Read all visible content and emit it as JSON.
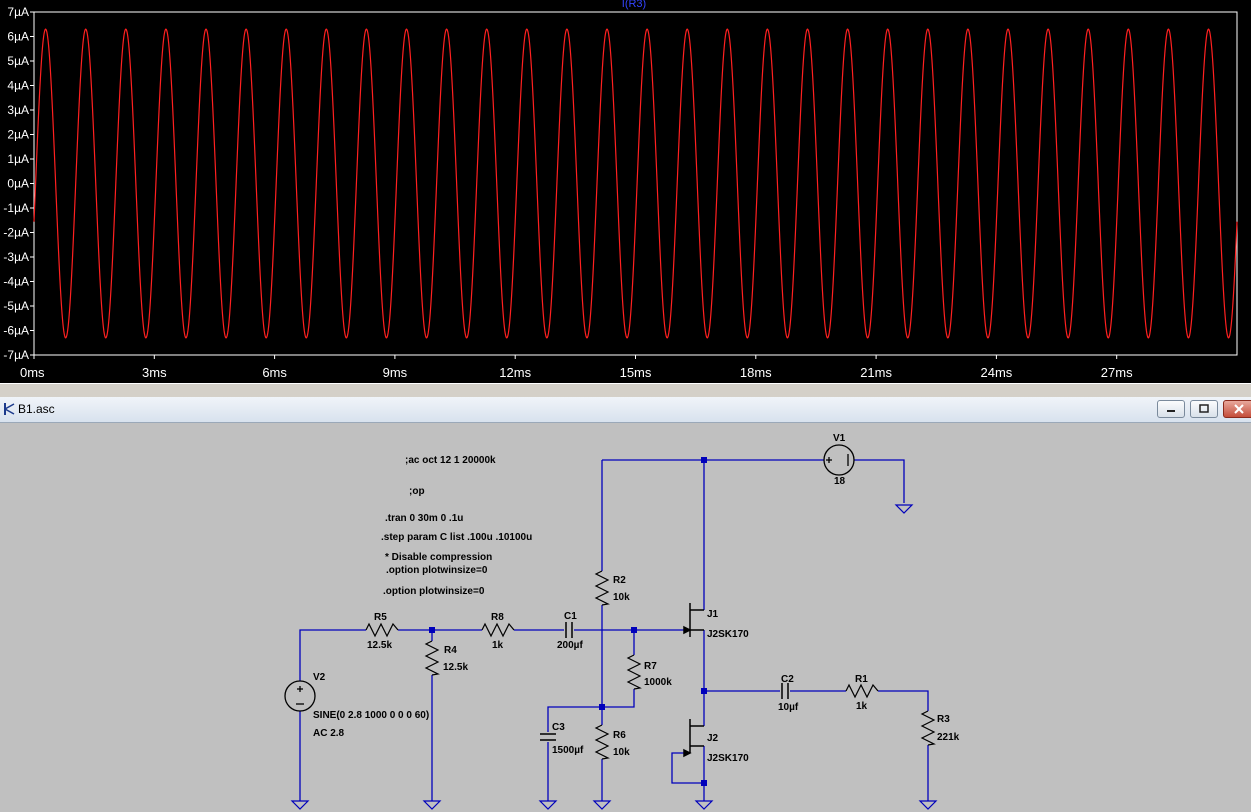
{
  "plot": {
    "trace_label": "I(R3)",
    "trace_color": "#ff2020",
    "label_color": "#3344ff",
    "grid": false
  },
  "chart_data": {
    "type": "line",
    "title": "I(R3)",
    "xlabel": "",
    "ylabel": "",
    "x_unit": "ms",
    "y_unit": "µA",
    "xlim": [
      0,
      30
    ],
    "ylim": [
      -7,
      7
    ],
    "x_ticks": [
      "0ms",
      "3ms",
      "6ms",
      "9ms",
      "12ms",
      "15ms",
      "18ms",
      "21ms",
      "24ms",
      "27ms"
    ],
    "y_ticks": [
      "7µA",
      "6µA",
      "5µA",
      "4µA",
      "3µA",
      "2µA",
      "1µA",
      "0µA",
      "-1µA",
      "-2µA",
      "-3µA",
      "-4µA",
      "-5µA",
      "-6µA",
      "-7µA"
    ],
    "series": [
      {
        "name": "I(R3)",
        "waveform": "sine",
        "amplitude_uA": 6.3,
        "offset_uA": 0,
        "frequency_hz": 1000,
        "t_start_ms": 0,
        "t_end_ms": 30
      }
    ]
  },
  "window": {
    "title": "B1.asc",
    "minimize_label": "minimize",
    "maximize_label": "maximize",
    "close_label": "close"
  },
  "schematic": {
    "directives": [
      ";ac oct 12 1 20000k",
      ";op",
      ".tran 0 30m 0 .1u",
      ".step param C list .100u .10100u",
      "* Disable compression",
      ".option plotwinsize=0",
      ".option plotwinsize=0"
    ],
    "components": {
      "V1": {
        "name": "V1",
        "value": "18"
      },
      "V2": {
        "name": "V2",
        "value": "SINE(0 2.8 1000 0 0 0 60)",
        "ac": "AC 2.8"
      },
      "R1": {
        "name": "R1",
        "value": "1k"
      },
      "R2": {
        "name": "R2",
        "value": "10k"
      },
      "R3": {
        "name": "R3",
        "value": "221k"
      },
      "R4": {
        "name": "R4",
        "value": "12.5k"
      },
      "R5": {
        "name": "R5",
        "value": "12.5k"
      },
      "R6": {
        "name": "R6",
        "value": "10k"
      },
      "R7": {
        "name": "R7",
        "value": "1000k"
      },
      "R8": {
        "name": "R8",
        "value": "1k"
      },
      "C1": {
        "name": "C1",
        "value": "200µf"
      },
      "C2": {
        "name": "C2",
        "value": "10µf"
      },
      "C3": {
        "name": "C3",
        "value": "1500µf"
      },
      "J1": {
        "name": "J1",
        "value": "J2SK170"
      },
      "J2": {
        "name": "J2",
        "value": "J2SK170"
      }
    },
    "wire_color": "#0000bb"
  }
}
